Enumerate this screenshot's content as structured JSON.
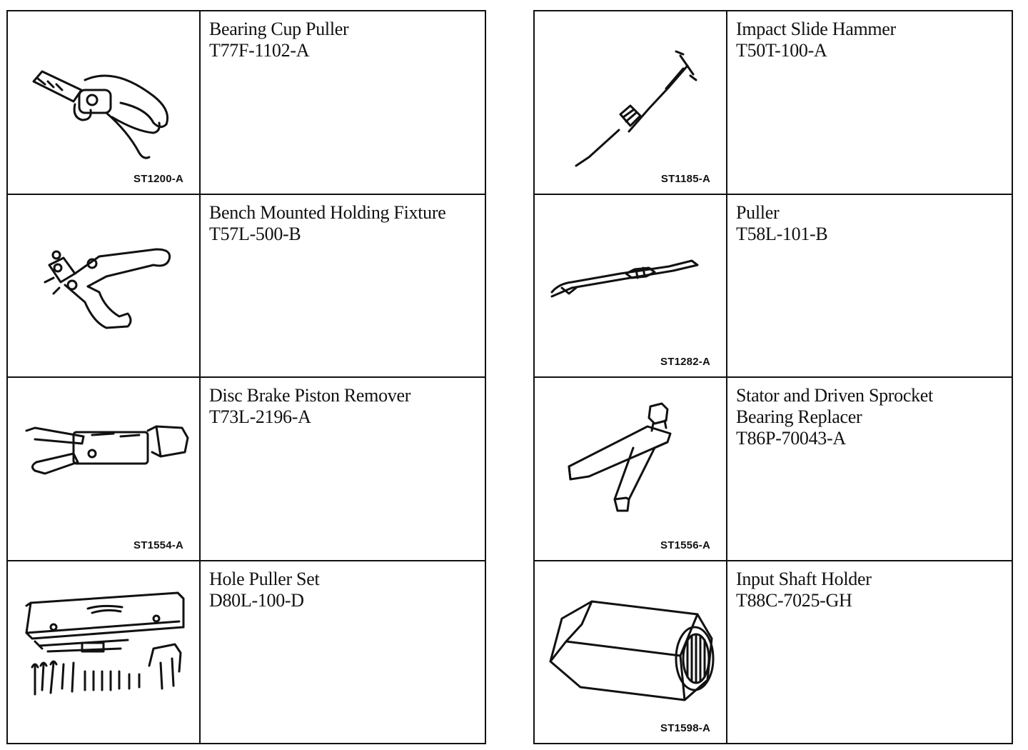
{
  "left_table": [
    {
      "name_lines": [
        "Bearing Cup Puller"
      ],
      "part_number": "T77F-1102-A",
      "figure_code": "ST1200-A",
      "icon": "bearing-cup-puller-icon"
    },
    {
      "name_lines": [
        "Bench Mounted Holding Fixture"
      ],
      "part_number": "T57L-500-B",
      "figure_code": "",
      "icon": "holding-fixture-icon"
    },
    {
      "name_lines": [
        "Disc Brake Piston Remover"
      ],
      "part_number": "T73L-2196-A",
      "figure_code": "ST1554-A",
      "icon": "piston-remover-icon"
    },
    {
      "name_lines": [
        "Hole Puller Set"
      ],
      "part_number": "D80L-100-D",
      "figure_code": "",
      "icon": "puller-set-icon"
    }
  ],
  "right_table": [
    {
      "name_lines": [
        "Impact Slide Hammer"
      ],
      "part_number": "T50T-100-A",
      "figure_code": "ST1185-A",
      "icon": "slide-hammer-icon"
    },
    {
      "name_lines": [
        "Puller"
      ],
      "part_number": "T58L-101-B",
      "figure_code": "ST1282-A",
      "icon": "puller-icon"
    },
    {
      "name_lines": [
        "Stator and Driven Sprocket",
        "Bearing Replacer"
      ],
      "part_number": "T86P-70043-A",
      "figure_code": "ST1556-A",
      "icon": "bearing-replacer-icon"
    },
    {
      "name_lines": [
        "Input Shaft Holder"
      ],
      "part_number": "T88C-7025-GH",
      "figure_code": "ST1598-A",
      "icon": "shaft-holder-icon"
    }
  ]
}
